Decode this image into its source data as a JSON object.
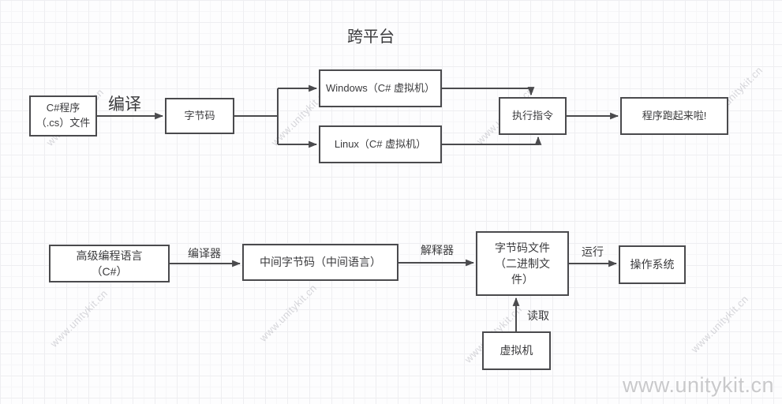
{
  "title": "跨平台",
  "watermark": {
    "text": "www.unitykit.cn"
  },
  "diagram": {
    "top_flow": {
      "nodes": {
        "cs_source": "C#程序\n（.cs）文件",
        "bytecode": "字节码",
        "windows": "Windows（C# 虚拟机）",
        "linux": "Linux（C# 虚拟机）",
        "execute": "执行指令",
        "running": "程序跑起来啦!"
      },
      "edge_labels": {
        "compile": "编译"
      }
    },
    "bottom_flow": {
      "nodes": {
        "high_level": "高级编程语言\n（C#）",
        "il": "中间字节码（中间语言）",
        "bytecode_file": "字节码文件\n（二进制文\n件）",
        "os": "操作系统",
        "vm": "虚拟机"
      },
      "edge_labels": {
        "compiler": "编译器",
        "interpreter": "解释器",
        "run": "运行",
        "read": "读取"
      }
    }
  }
}
